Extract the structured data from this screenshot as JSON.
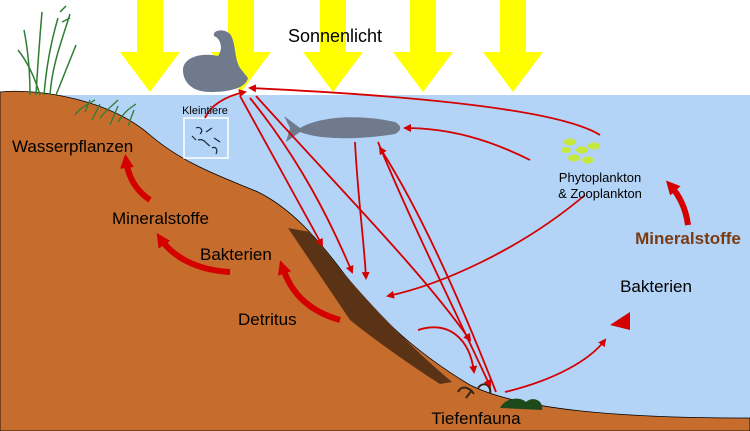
{
  "labels": {
    "sunlight": "Sonnenlicht",
    "small_animals": "Kleintiere",
    "water_plants": "Wasserpflanzen",
    "minerals_left": "Mineralstoffe",
    "bacteria_left": "Bakterien",
    "detritus": "Detritus",
    "plankton_line1": "Phytoplankton",
    "plankton_line2": "& Zooplankton",
    "minerals_right": "Mineralstoffe",
    "bacteria_right": "Bakterien",
    "deep_fauna": "Tiefenfauna"
  },
  "colors": {
    "sky": "#ffffff",
    "water": "#b3d3f7",
    "sediment": "#c66d2d",
    "detritus_layer": "#5a3216",
    "sun_arrow": "#ffff00",
    "flow_arrow": "#d40000",
    "animal": "#6f7b8c",
    "plankton": "#c5e83a",
    "minerals_right": "#7a3a12"
  }
}
